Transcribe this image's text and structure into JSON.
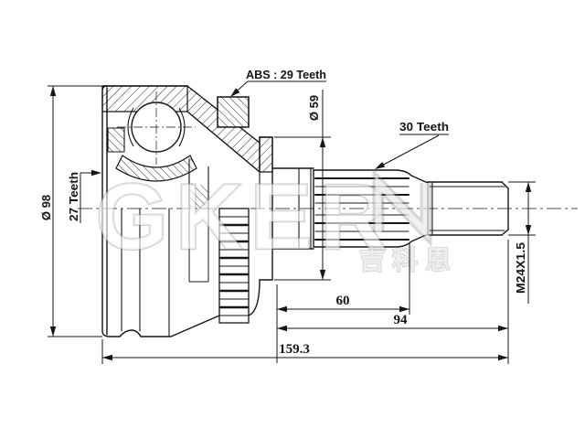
{
  "drawing": {
    "labels": {
      "abs_teeth": "ABS : 29 Teeth",
      "spline_inner": "27 Teeth",
      "spline_outer": "30 Teeth",
      "diameter_bell": "Ø 98",
      "diameter_face": "Ø 59",
      "thread_spec": "M24X1.5"
    },
    "dimensions": {
      "spline_length": "60",
      "shaft_length": "94",
      "total_length": "159.3"
    },
    "watermark": {
      "brand": "GKER",
      "cjk": "吉科恩"
    },
    "colors": {
      "line": "#151515",
      "background": "#ffffff",
      "watermark_gray": "#b9b9b9"
    }
  }
}
